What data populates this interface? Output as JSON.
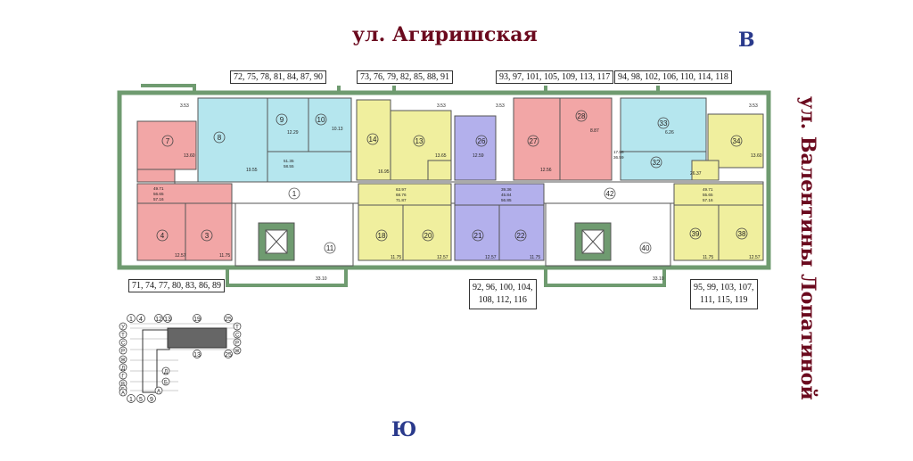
{
  "streets": {
    "top": "ул. Агиришская",
    "right": "ул. Валентины Лопатиной"
  },
  "compass": {
    "east": "В",
    "south": "Ю"
  },
  "apartment_groups": {
    "top_left": "72, 75, 78, 81, 84, 87, 90",
    "top_mid": "73, 76, 79, 82, 85, 88, 91",
    "top_right1": "93, 97, 101, 105, 109, 113, 117",
    "top_right2": "94, 98, 102, 106, 110, 114, 118",
    "bottom_left": "71, 74, 77, 80, 83, 86, 89",
    "bottom_mid_line1": "92, 96, 100, 104,",
    "bottom_mid_line2": "108, 112, 116",
    "bottom_right_line1": "95, 99, 103, 107,",
    "bottom_right_line2": "111, 115, 119"
  },
  "rooms": [
    {
      "n": "7",
      "fill": "#f2a6a6"
    },
    {
      "n": "8",
      "fill": "#b5e6ee"
    },
    {
      "n": "9",
      "fill": "#b5e6ee"
    },
    {
      "n": "10",
      "fill": "#b5e6ee"
    },
    {
      "n": "14",
      "fill": "#f0ef9e"
    },
    {
      "n": "13",
      "fill": "#f0ef9e"
    },
    {
      "n": "26",
      "fill": "#b3b0ec"
    },
    {
      "n": "27",
      "fill": "#f2a6a6"
    },
    {
      "n": "28",
      "fill": "#f2a6a6"
    },
    {
      "n": "33",
      "fill": "#b5e6ee"
    },
    {
      "n": "32",
      "fill": "#b5e6ee"
    },
    {
      "n": "34",
      "fill": "#f0ef9e"
    },
    {
      "n": "4",
      "fill": "#f2a6a6"
    },
    {
      "n": "3",
      "fill": "#f2a6a6"
    },
    {
      "n": "18",
      "fill": "#f0ef9e"
    },
    {
      "n": "20",
      "fill": "#f0ef9e"
    },
    {
      "n": "21",
      "fill": "#b3b0ec"
    },
    {
      "n": "22",
      "fill": "#b3b0ec"
    },
    {
      "n": "39",
      "fill": "#f0ef9e"
    },
    {
      "n": "38",
      "fill": "#f0ef9e"
    }
  ],
  "corridor_numbers": {
    "left": "1",
    "right": "42",
    "stair_left": "11",
    "stair_right": "40"
  },
  "areas": {
    "r7": "13.60",
    "r8": "19.55",
    "r9": "12.29",
    "r10": "10.13",
    "r14": "16.95",
    "r13": "13.65",
    "r26": "12.59",
    "r27": "12.56",
    "r28": "8.87",
    "r33": "6.26",
    "r34": "13.60",
    "r32": "26.37",
    "r4": "12.57",
    "r3": "11.75",
    "r18": "11.75",
    "r20": "12.57",
    "r21": "12.57",
    "r22": "11.75",
    "r39": "11.75",
    "r38": "12.57",
    "balcony": "3.53",
    "corr": "33.10"
  },
  "summaries": {
    "s1": [
      "49.71",
      "56.65",
      "57.16"
    ],
    "s2": [
      "51.35",
      "58.55"
    ],
    "s3": [
      "63.97",
      "68.76",
      "71.87"
    ],
    "s4": [
      "39.36",
      "45.84",
      "56.85"
    ],
    "s5": [
      "17.58",
      "36.59"
    ],
    "s6": [
      "49.71",
      "55.65",
      "57.16"
    ]
  },
  "keyplan": {
    "top_nums": [
      "1",
      "4",
      "12",
      "13",
      "19",
      "25"
    ],
    "bottom_nums": [
      "1",
      "5",
      "9"
    ],
    "mid_nums": [
      "13",
      "25"
    ],
    "left_letters": [
      "У",
      "Т",
      "С",
      "Р",
      "Ж",
      "Д",
      "Г",
      "В",
      "Б",
      "А"
    ],
    "right_letters": [
      "Т",
      "С",
      "Р",
      "Ж",
      "Д",
      "Б",
      "А"
    ],
    "highlight_color": "#666666"
  },
  "colors": {
    "wall": "#6f9b70",
    "pink": "#f2a6a6",
    "cyan": "#b5e6ee",
    "yellow": "#f0ef9e",
    "violet": "#b3b0ec",
    "street": "#6b0a1e",
    "compass": "#2a3a8c"
  }
}
